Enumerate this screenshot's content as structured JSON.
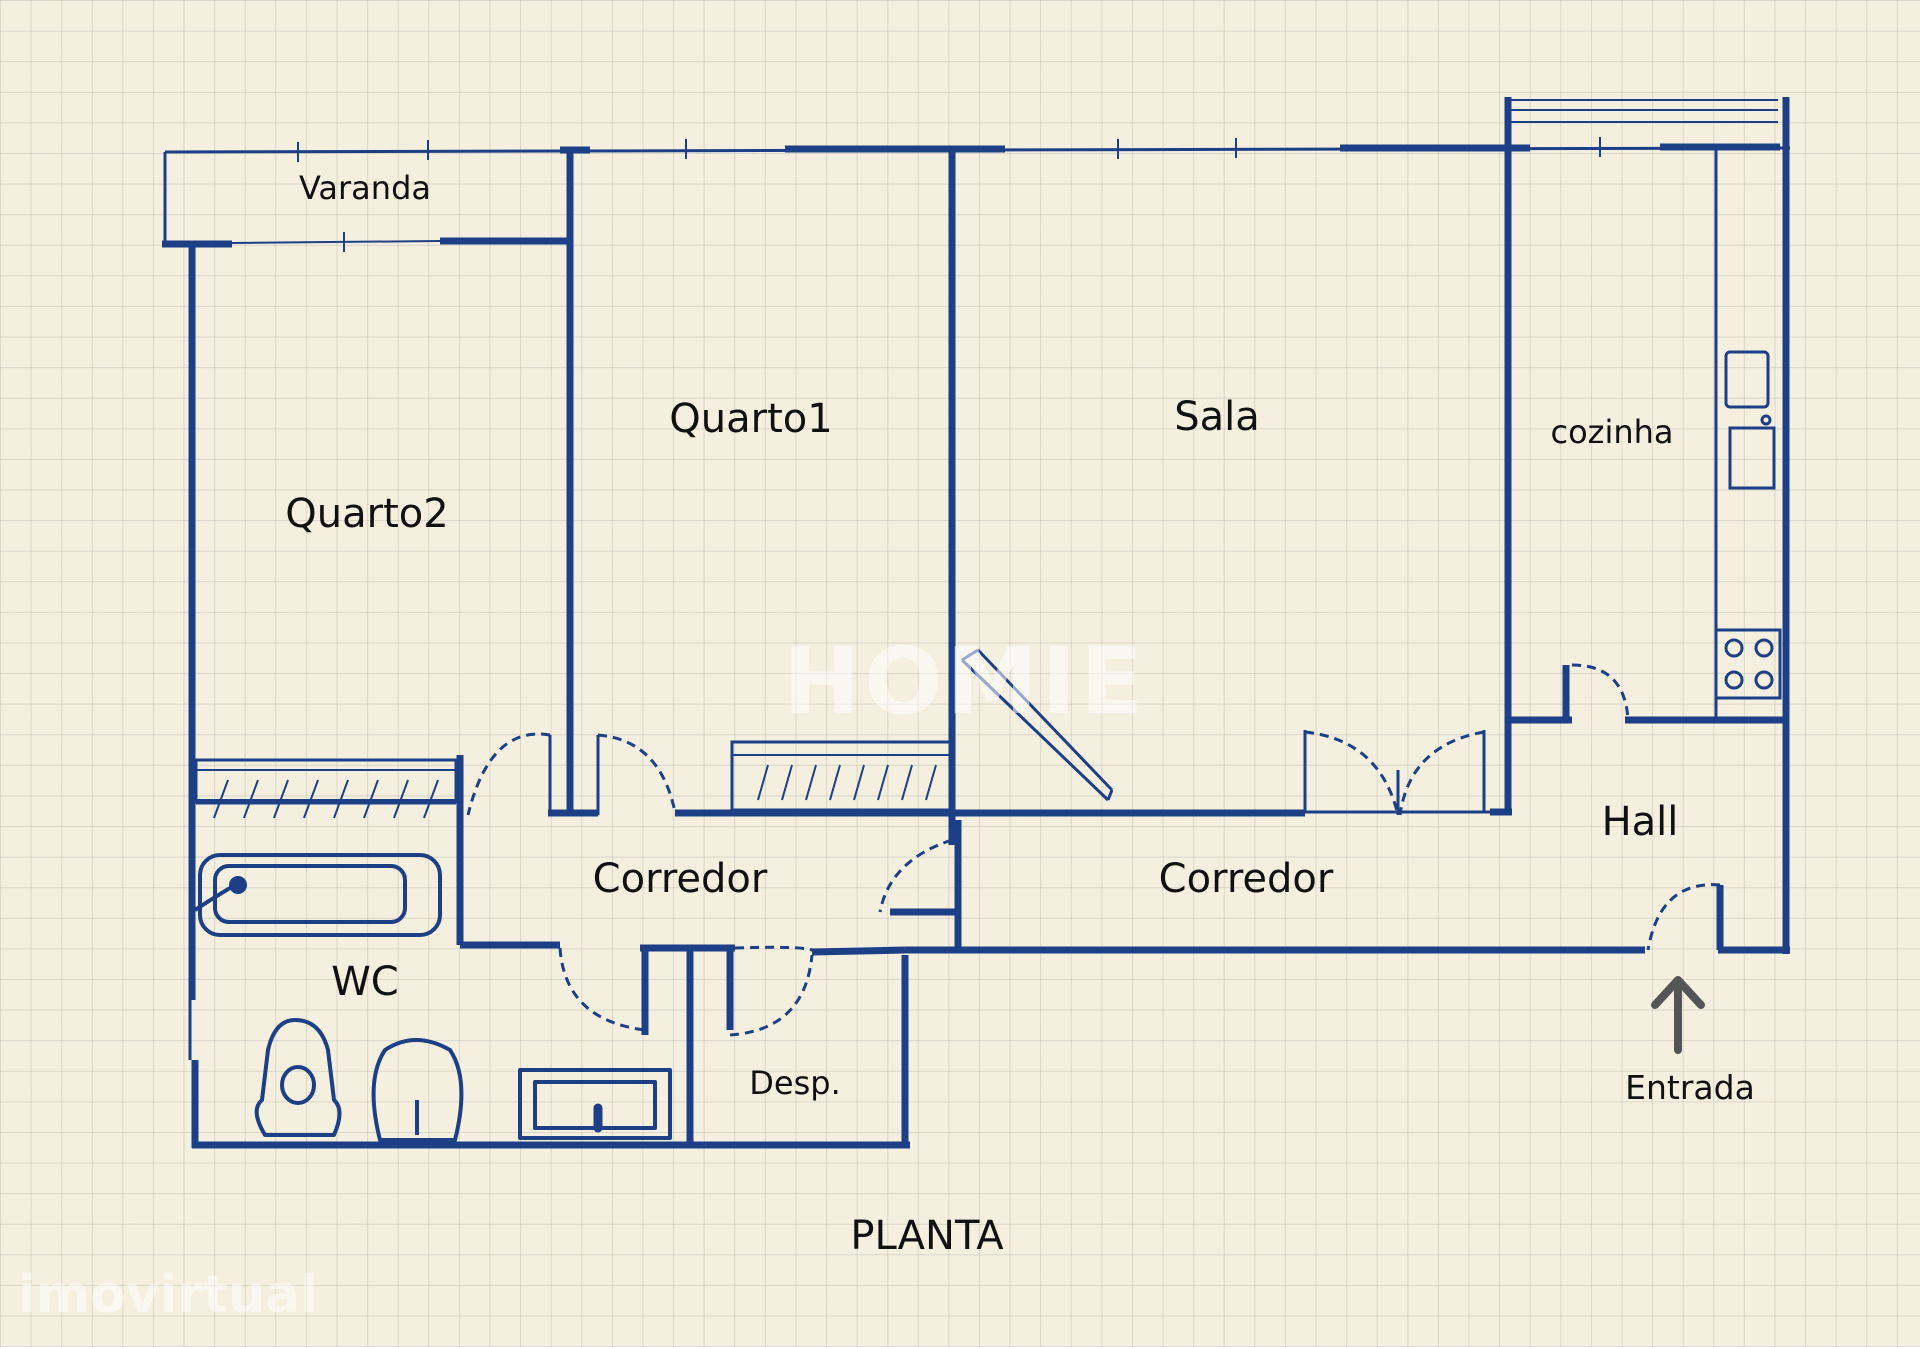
{
  "rooms": {
    "varanda": "Varanda",
    "quarto2": "Quarto2",
    "quarto1": "Quarto1",
    "sala": "Sala",
    "cozinha": "cozinha",
    "hall": "Hall",
    "corredor_left": "Corredor",
    "corredor_right": "Corredor",
    "wc": "WC",
    "desp": "Desp."
  },
  "entrance_label": "Entrada",
  "plan_title": "PLANTA",
  "watermarks": {
    "center": "HOMIE",
    "corner": "imovirtual"
  },
  "colors": {
    "wall": "#1c3f85",
    "paper": "#f4efdf",
    "arrow": "#555555"
  }
}
